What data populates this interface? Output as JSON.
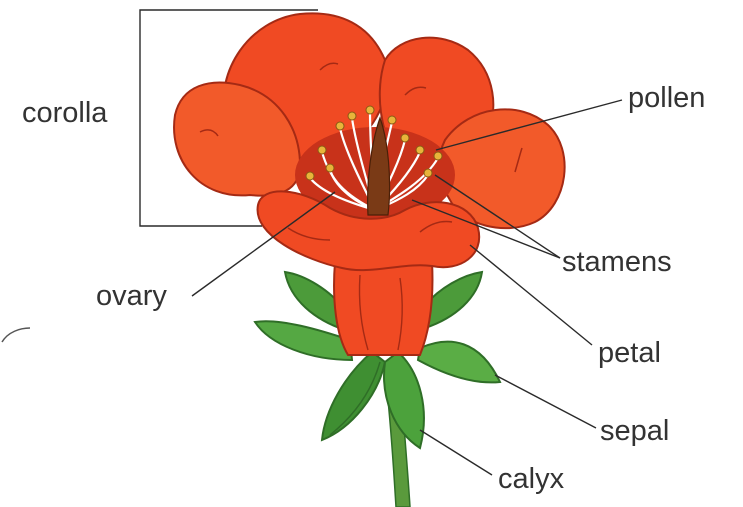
{
  "labels": {
    "corolla": "corolla",
    "pollen": "pollen",
    "stamens": "stamens",
    "ovary": "ovary",
    "petal": "petal",
    "sepal": "sepal",
    "calyx": "calyx"
  },
  "colors": {
    "petal": "#f04a23",
    "petal_dark": "#c8321a",
    "petal_light": "#f8703a",
    "leaf": "#4c9b3a",
    "leaf_dark": "#2f6e27",
    "stem": "#5a9a3c",
    "filament": "#ffffff",
    "anther": "#e8b43a",
    "ovary": "#7a3a16",
    "text": "#333333"
  }
}
